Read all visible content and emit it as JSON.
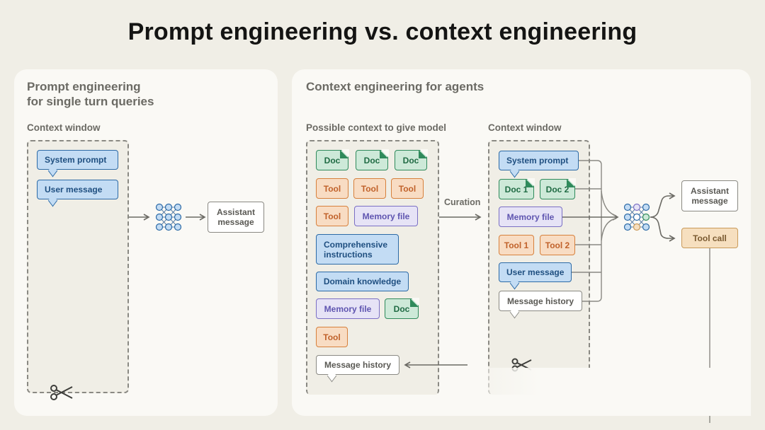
{
  "title": "Prompt engineering vs. context engineering",
  "left_panel": {
    "title_line1": "Prompt engineering",
    "title_line2": "for single turn queries",
    "context_label": "Context window",
    "chips": {
      "system_prompt": "System prompt",
      "user_message": "User message"
    },
    "output": "Assistant message"
  },
  "right_panel": {
    "title": "Context engineering for agents",
    "possible_label": "Possible context to give model",
    "context_label": "Context window",
    "curation": "Curation",
    "possible": {
      "doc": "Doc",
      "tool": "Tool",
      "memory_file": "Memory file",
      "comprehensive_instructions": "Comprehensive instructions",
      "domain_knowledge": "Domain knowledge",
      "message_history": "Message history"
    },
    "window": {
      "system_prompt": "System prompt",
      "doc1": "Doc 1",
      "doc2": "Doc 2",
      "memory_file": "Memory file",
      "tool1": "Tool 1",
      "tool2": "Tool 2",
      "user_message": "User message",
      "message_history": "Message history"
    },
    "outputs": {
      "assistant_message": "Assistant message",
      "tool_call": "Tool call"
    }
  },
  "icons": [
    "neural-network-icon",
    "scissors-icon"
  ],
  "colors": {
    "background": "#f0eee6",
    "panel": "#faf9f5",
    "blue": "#2c6aa6",
    "green": "#2f8a5b",
    "orange": "#d7803c",
    "purple": "#7a6fc4",
    "tool_call": "#c99a5a"
  }
}
